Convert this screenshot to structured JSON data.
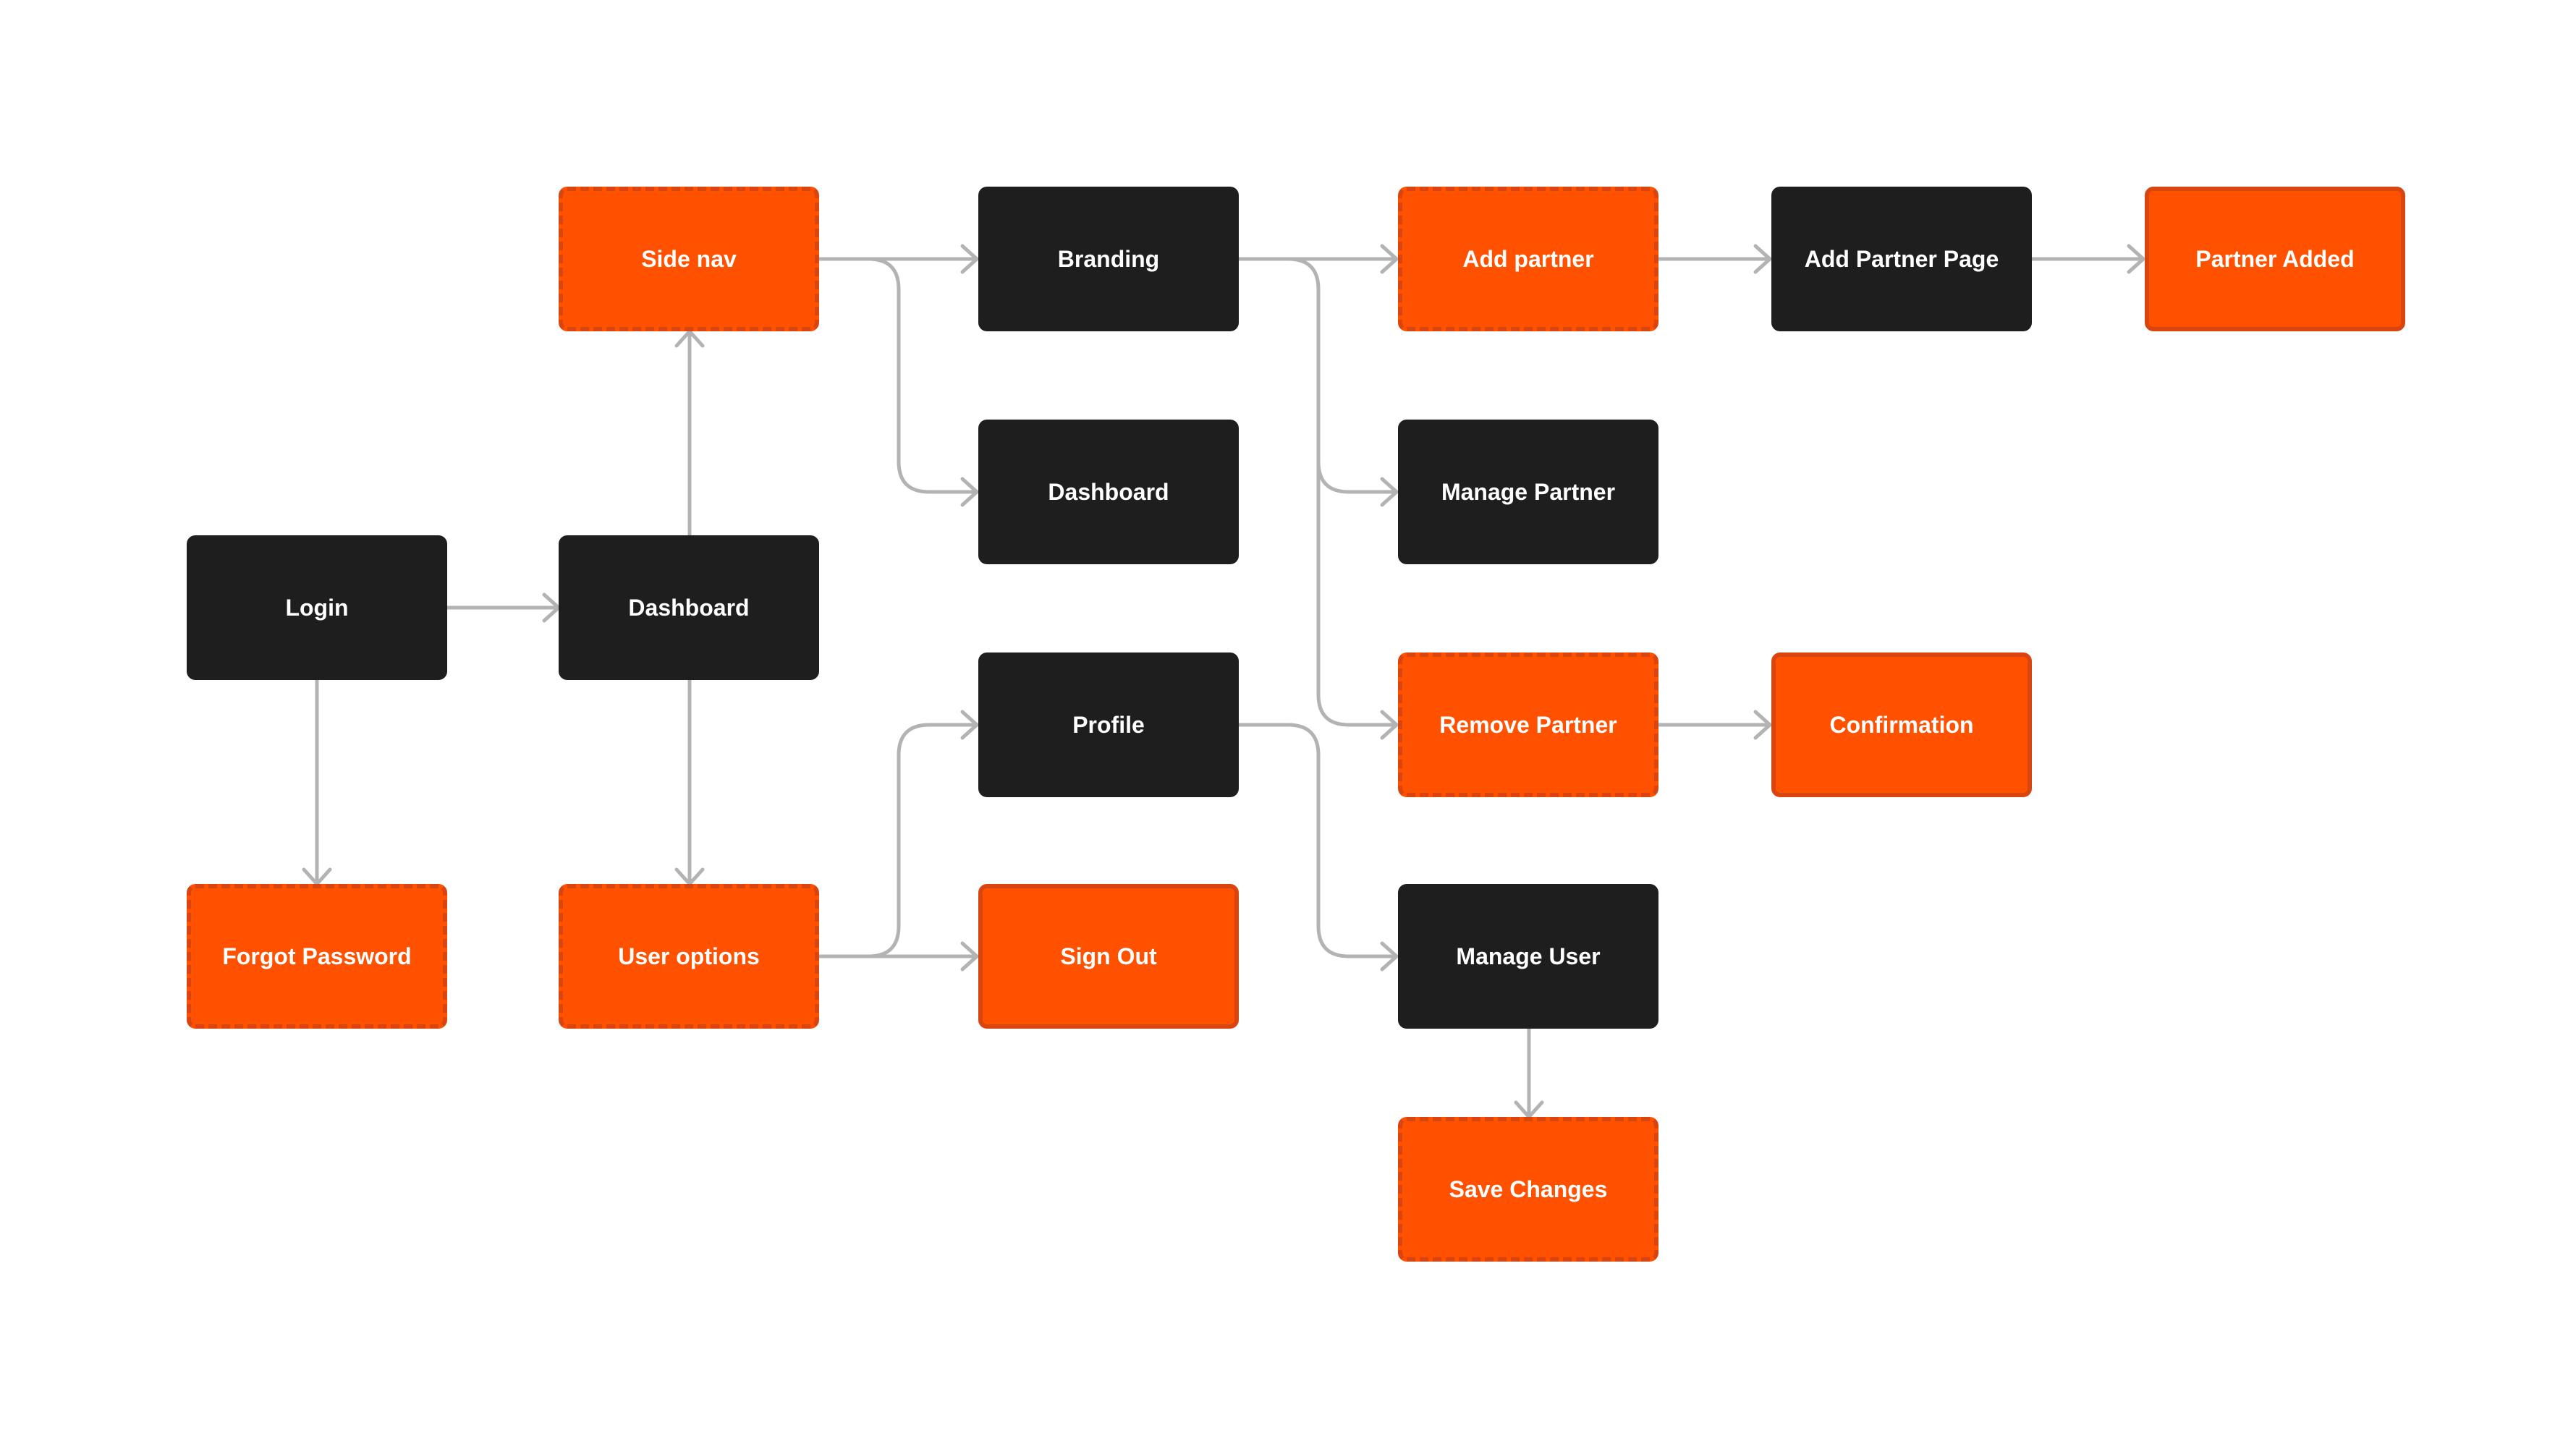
{
  "diagram": {
    "nodes": {
      "login": {
        "label": "Login",
        "style": "dark"
      },
      "dashboard_main": {
        "label": "Dashboard",
        "style": "dark"
      },
      "forgot_password": {
        "label": "Forgot Password",
        "style": "dashed"
      },
      "side_nav": {
        "label": "Side nav",
        "style": "dashed"
      },
      "user_options": {
        "label": "User options",
        "style": "dashed"
      },
      "branding": {
        "label": "Branding",
        "style": "dark"
      },
      "dashboard_sub": {
        "label": "Dashboard",
        "style": "dark"
      },
      "profile": {
        "label": "Profile",
        "style": "dark"
      },
      "sign_out": {
        "label": "Sign Out",
        "style": "orange"
      },
      "add_partner": {
        "label": "Add partner",
        "style": "dashed"
      },
      "manage_partner": {
        "label": "Manage Partner",
        "style": "dark"
      },
      "remove_partner": {
        "label": "Remove Partner",
        "style": "dashed"
      },
      "manage_user": {
        "label": "Manage User",
        "style": "dark"
      },
      "save_changes": {
        "label": "Save Changes",
        "style": "dashed"
      },
      "add_partner_page": {
        "label": "Add Partner Page",
        "style": "dark"
      },
      "partner_added": {
        "label": "Partner Added",
        "style": "orange"
      },
      "confirmation": {
        "label": "Confirmation",
        "style": "orange"
      }
    },
    "edges": [
      {
        "from": "login",
        "to": "dashboard_main"
      },
      {
        "from": "login",
        "to": "forgot_password"
      },
      {
        "from": "dashboard_main",
        "to": "side_nav"
      },
      {
        "from": "dashboard_main",
        "to": "user_options"
      },
      {
        "from": "side_nav",
        "to": "branding"
      },
      {
        "from": "side_nav",
        "to": "dashboard_sub"
      },
      {
        "from": "user_options",
        "to": "profile"
      },
      {
        "from": "user_options",
        "to": "sign_out"
      },
      {
        "from": "branding",
        "to": "add_partner"
      },
      {
        "from": "branding",
        "to": "manage_partner"
      },
      {
        "from": "branding",
        "to": "remove_partner"
      },
      {
        "from": "profile",
        "to": "manage_user"
      },
      {
        "from": "manage_user",
        "to": "save_changes"
      },
      {
        "from": "add_partner",
        "to": "add_partner_page"
      },
      {
        "from": "add_partner_page",
        "to": "partner_added"
      },
      {
        "from": "remove_partner",
        "to": "confirmation"
      }
    ],
    "colors": {
      "dark_fill": "#1e1e1e",
      "orange_fill": "#ff5100",
      "orange_border": "#d84510",
      "connector": "#b3b3b3",
      "text": "#ffffff"
    }
  }
}
